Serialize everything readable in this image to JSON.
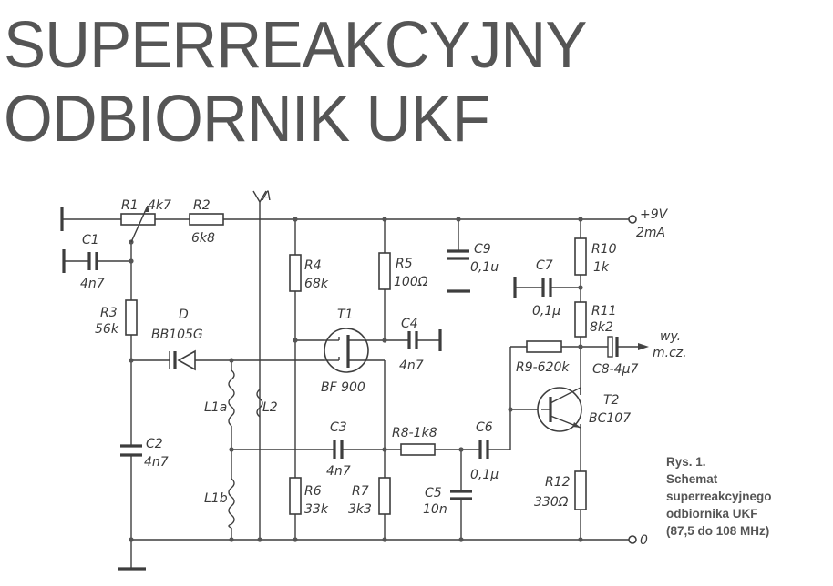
{
  "title": {
    "line1": "SUPERREAKCYJNY",
    "line2": "ODBIORNIK UKF"
  },
  "caption": {
    "lines": [
      "Rys. 1.",
      "Schemat",
      "superreakcyjnego",
      "odbiornika UKF",
      "(87,5 do 108 MHz)"
    ]
  },
  "schematic": {
    "supply": {
      "voltage": "+9V",
      "current": "2mA"
    },
    "ground_terminal": "0",
    "antenna": "A",
    "output": {
      "line1": "wy.",
      "line2": "m.cz."
    },
    "components": {
      "R1": {
        "name": "R1",
        "value": "4k7"
      },
      "R2": {
        "name": "R2",
        "value": "6k8"
      },
      "R3": {
        "name": "R3",
        "value": "56k"
      },
      "R4": {
        "name": "R4",
        "value": "68k"
      },
      "R5": {
        "name": "R5",
        "value": "100Ω"
      },
      "R6": {
        "name": "R6",
        "value": "33k"
      },
      "R7": {
        "name": "R7",
        "value": "3k3"
      },
      "R8": {
        "label": "R8-1k8"
      },
      "R9": {
        "label": "R9-620k"
      },
      "R10": {
        "name": "R10",
        "value": "1k"
      },
      "R11": {
        "name": "R11",
        "value": "8k2"
      },
      "R12": {
        "name": "R12",
        "value": "330Ω"
      },
      "C1": {
        "name": "C1",
        "value": "4n7"
      },
      "C2": {
        "name": "C2",
        "value": "4n7"
      },
      "C3": {
        "name": "C3",
        "value": "4n7"
      },
      "C4": {
        "name": "C4",
        "value": "4n7"
      },
      "C5": {
        "name": "C5",
        "value": "10n"
      },
      "C6": {
        "name": "C6",
        "value": "0,1μ"
      },
      "C7": {
        "name": "C7",
        "value": "0,1μ"
      },
      "C8": {
        "label": "C8-4μ7"
      },
      "C9": {
        "name": "C9",
        "value": "0,1u"
      },
      "D": {
        "name": "D",
        "value": "BB105G"
      },
      "T1": {
        "name": "T1",
        "value": "BF 900"
      },
      "T2": {
        "name": "T2",
        "value": "BC107"
      },
      "L1a": {
        "name": "L1a"
      },
      "L1b": {
        "name": "L1b"
      },
      "L2": {
        "name": "L2"
      }
    }
  }
}
